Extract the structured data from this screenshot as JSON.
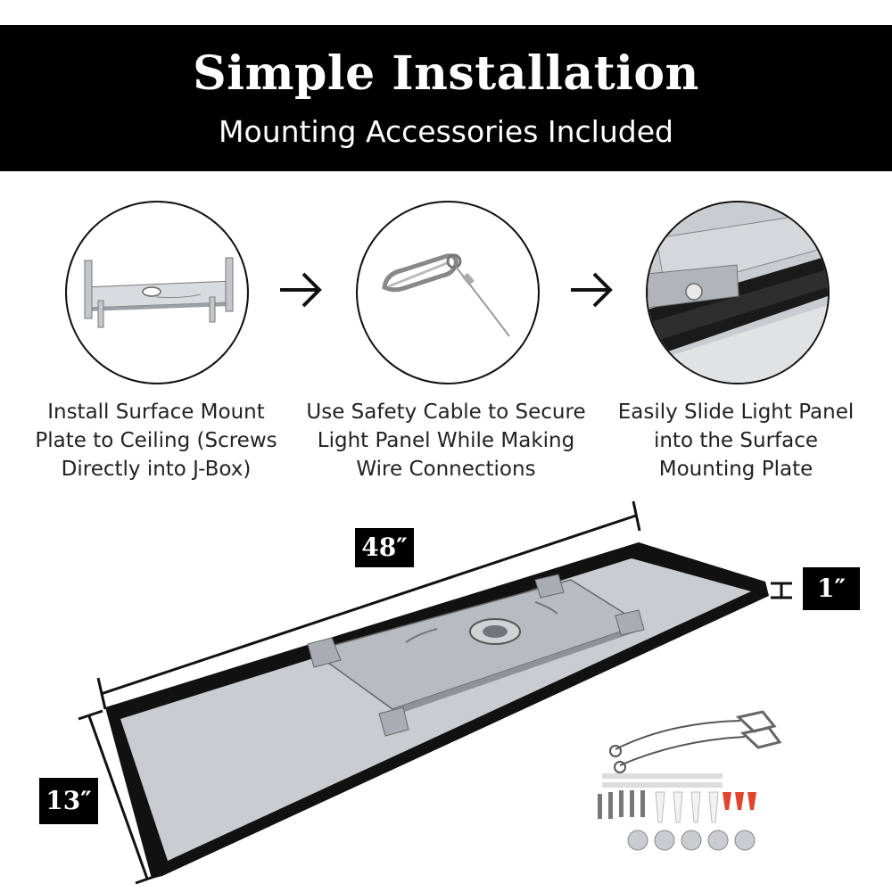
{
  "banner": {
    "title": "Simple Installation",
    "subtitle": "Mounting Accessories Included"
  },
  "steps": [
    {
      "icon": "mounting-plate",
      "caption_lines": [
        "Install Surface Mount",
        "Plate to Ceiling (Screws",
        "Directly into J-Box)"
      ]
    },
    {
      "icon": "safety-cable",
      "caption_lines": [
        "Use Safety Cable to Secure",
        "Light Panel While Making",
        "Wire Connections"
      ]
    },
    {
      "icon": "slide-in-panel",
      "caption_lines": [
        "Easily Slide Light Panel",
        "into the Surface",
        "Mounting Plate"
      ]
    }
  ],
  "dimensions": {
    "length": "48″",
    "width": "13″",
    "depth": "1″"
  },
  "colors": {
    "banner_bg": "#000000",
    "banner_text": "#ffffff",
    "frame": "#111111",
    "panel_face": "#c9ccd0",
    "plate": "#b7bcc2"
  }
}
